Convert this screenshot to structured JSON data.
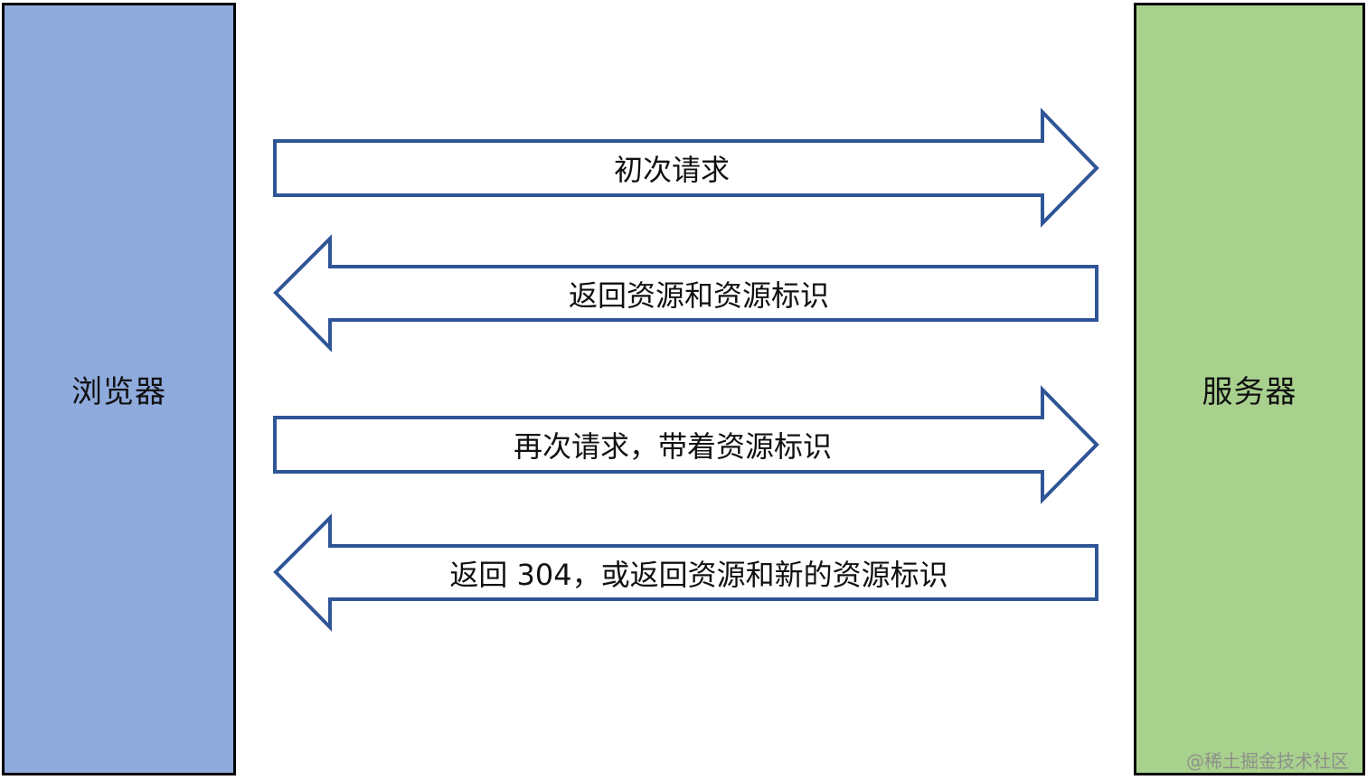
{
  "lanes": {
    "browser": "浏览器",
    "server": "服务器"
  },
  "arrows": [
    {
      "label": "初次请求",
      "direction": "right"
    },
    {
      "label": "返回资源和资源标识",
      "direction": "left"
    },
    {
      "label": "再次请求，带着资源标识",
      "direction": "right"
    },
    {
      "label": "返回 304，或返回资源和新的资源标识",
      "direction": "left"
    }
  ],
  "watermark": "@稀土掘金技术社区",
  "colors": {
    "browser_fill": "#8faadc",
    "server_fill": "#a9d18e",
    "arrow_stroke": "#2f5597",
    "lane_border": "#000000"
  }
}
